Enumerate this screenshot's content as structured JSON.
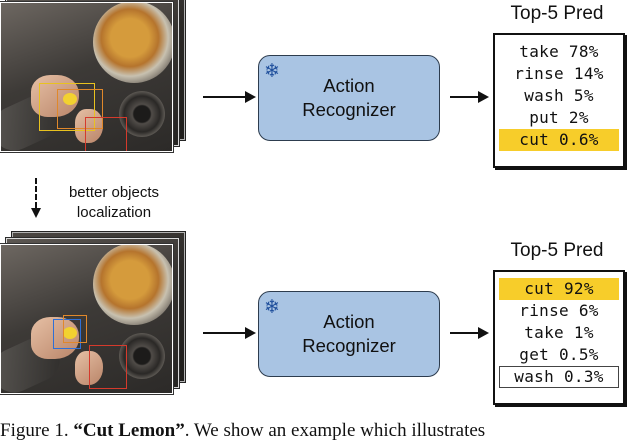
{
  "top_panel": {
    "recognizer_label_line1": "Action",
    "recognizer_label_line2": "Recognizer",
    "pred_title": "Top-5 Pred",
    "predictions": [
      {
        "label": "take 78%",
        "highlight": false
      },
      {
        "label": "rinse 14%",
        "highlight": false
      },
      {
        "label": "wash 5%",
        "highlight": false
      },
      {
        "label": "put 2%",
        "highlight": false
      },
      {
        "label": "cut 0.6%",
        "highlight": true
      }
    ]
  },
  "transition_note": {
    "line1": "better objects",
    "line2": "localization"
  },
  "bottom_panel": {
    "recognizer_label_line1": "Action",
    "recognizer_label_line2": "Recognizer",
    "pred_title": "Top-5 Pred",
    "predictions": [
      {
        "label": "cut 92%",
        "highlight": true
      },
      {
        "label": "rinse 6%",
        "highlight": false
      },
      {
        "label": "take 1%",
        "highlight": false
      },
      {
        "label": "get 0.5%",
        "highlight": false
      },
      {
        "label": "wash 0.3%",
        "highlight": false,
        "outlined": true
      }
    ]
  },
  "icons": {
    "frozen": "snowflake-icon",
    "highlight_color": "#f7cd2a",
    "recognizer_color": "#a9c4e3"
  },
  "caption": {
    "prefix": "Figure 1. ",
    "title": "“Cut Lemon”",
    "text": ". We show an example which illustrates"
  }
}
